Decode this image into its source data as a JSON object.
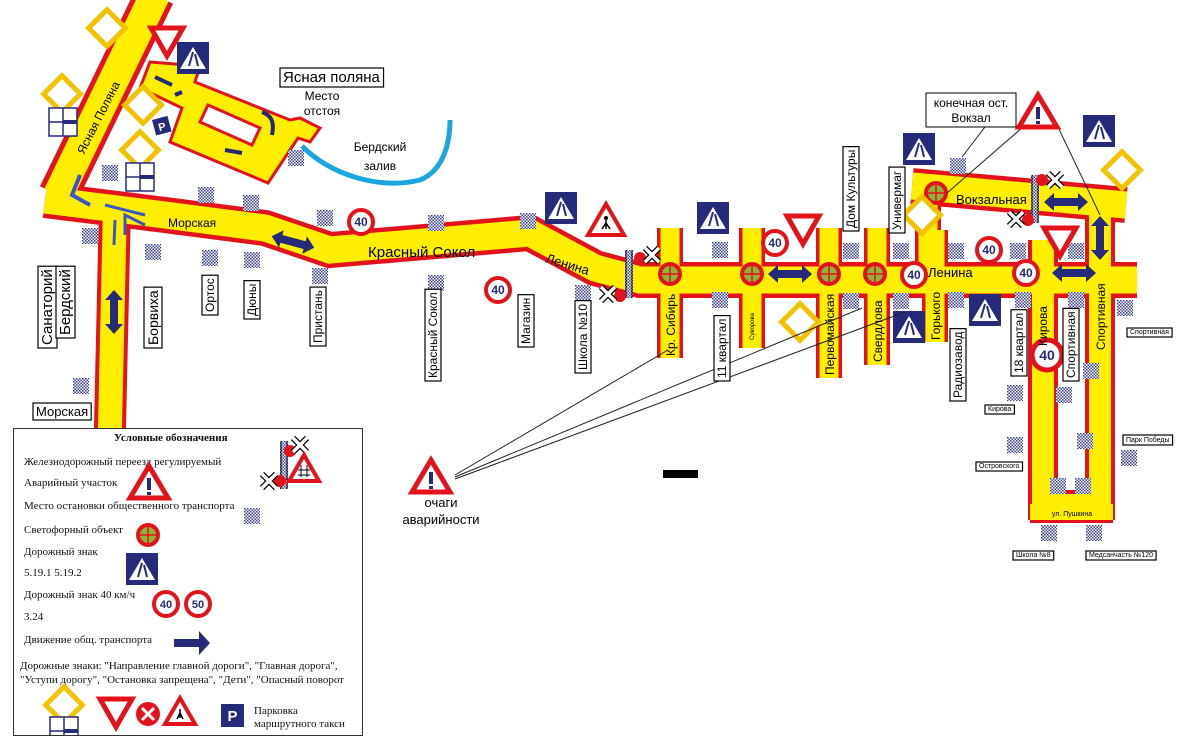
{
  "map": {
    "speed_sign": "40",
    "speed_sign_50": "50",
    "parking_letter": "P",
    "area_title": "Ясная поляна",
    "depot_line1": "Место",
    "depot_line2": "отстоя",
    "bay_line1": "Бердский",
    "bay_line2": "залив",
    "streets": {
      "yasnaya_polyana": "Ясная Поляна",
      "morskaya": "Морская",
      "krasny_sokol": "Красный Сокол",
      "lenina": "Ленина",
      "lenina2": "Ленина",
      "vokzalnaya": "Вокзальная",
      "kr_sibir": "Кр. Сибирь",
      "suvorova": "Суворова",
      "pervomayskaya": "Первомайская",
      "sverdlova": "Свердлова",
      "gorkogo": "Горького",
      "kirova": "Кирова",
      "sportivnaya": "Спортивная",
      "pushkina": "ул. Пушкина"
    },
    "stops": {
      "sanatoriy_1": "Санаторий",
      "sanatoriy_2": "Бердский",
      "borvikha": "Борвиха",
      "ortos": "Ортос",
      "dyuny": "Дюны",
      "pristan": "Пристань",
      "krasny_sokol": "Красный Сокол",
      "magazin": "Магазин",
      "shkola10": "Школа №10",
      "kvartal11": "11 квартал",
      "dom_kultury": "Дом Культуры",
      "univermag": "Универмаг",
      "radiozavod": "Радиозавод",
      "kvartal18": "18 квартал",
      "sportivnaya": "Спортивная",
      "sportivnaya_small": "Спортивная",
      "morskaya": "Морская",
      "kirova": "Кирова",
      "ostrovskogo": "Островского",
      "park_pobedy": "Парк Победы",
      "shkola8": "Школа №8",
      "medsanchast": "Медсанчасть №120",
      "vokzal_1": "конечная ост.",
      "vokzal_2": "Вокзал"
    },
    "hotspots_1": "очаги",
    "hotspots_2": "аварийности"
  },
  "legend": {
    "title": "Условные обозначения",
    "rail_crossing": "Железнодорожный переезд регулируемый",
    "accident": "Аварийный участок",
    "bus_stop": "Место остановки общественного транспорта",
    "traffic_light": "Светофорный объект",
    "road_sign": "Дорожный знак",
    "road_sign_code": "5.19.1  5.19.2",
    "speed_sign": "Дорожный знак 40 км/ч",
    "speed_code": "3.24",
    "transit": "Движение общ. транспорта",
    "signs_line1": "Дорожные знаки: \"Направление главной дороги\", \"Главная дорога\",",
    "signs_line2": "\"Уступи дорогу\", \"Остановка запрещена\", \"Дети\", \"Опасный поворот",
    "parking_1": "Парковка",
    "parking_2": "маршрутного такси"
  },
  "colors": {
    "road": "#ffee00",
    "border": "#e3131b",
    "sign_blue": "#262a7a",
    "water": "#1aa7e0",
    "diamond": "#f2c200"
  }
}
